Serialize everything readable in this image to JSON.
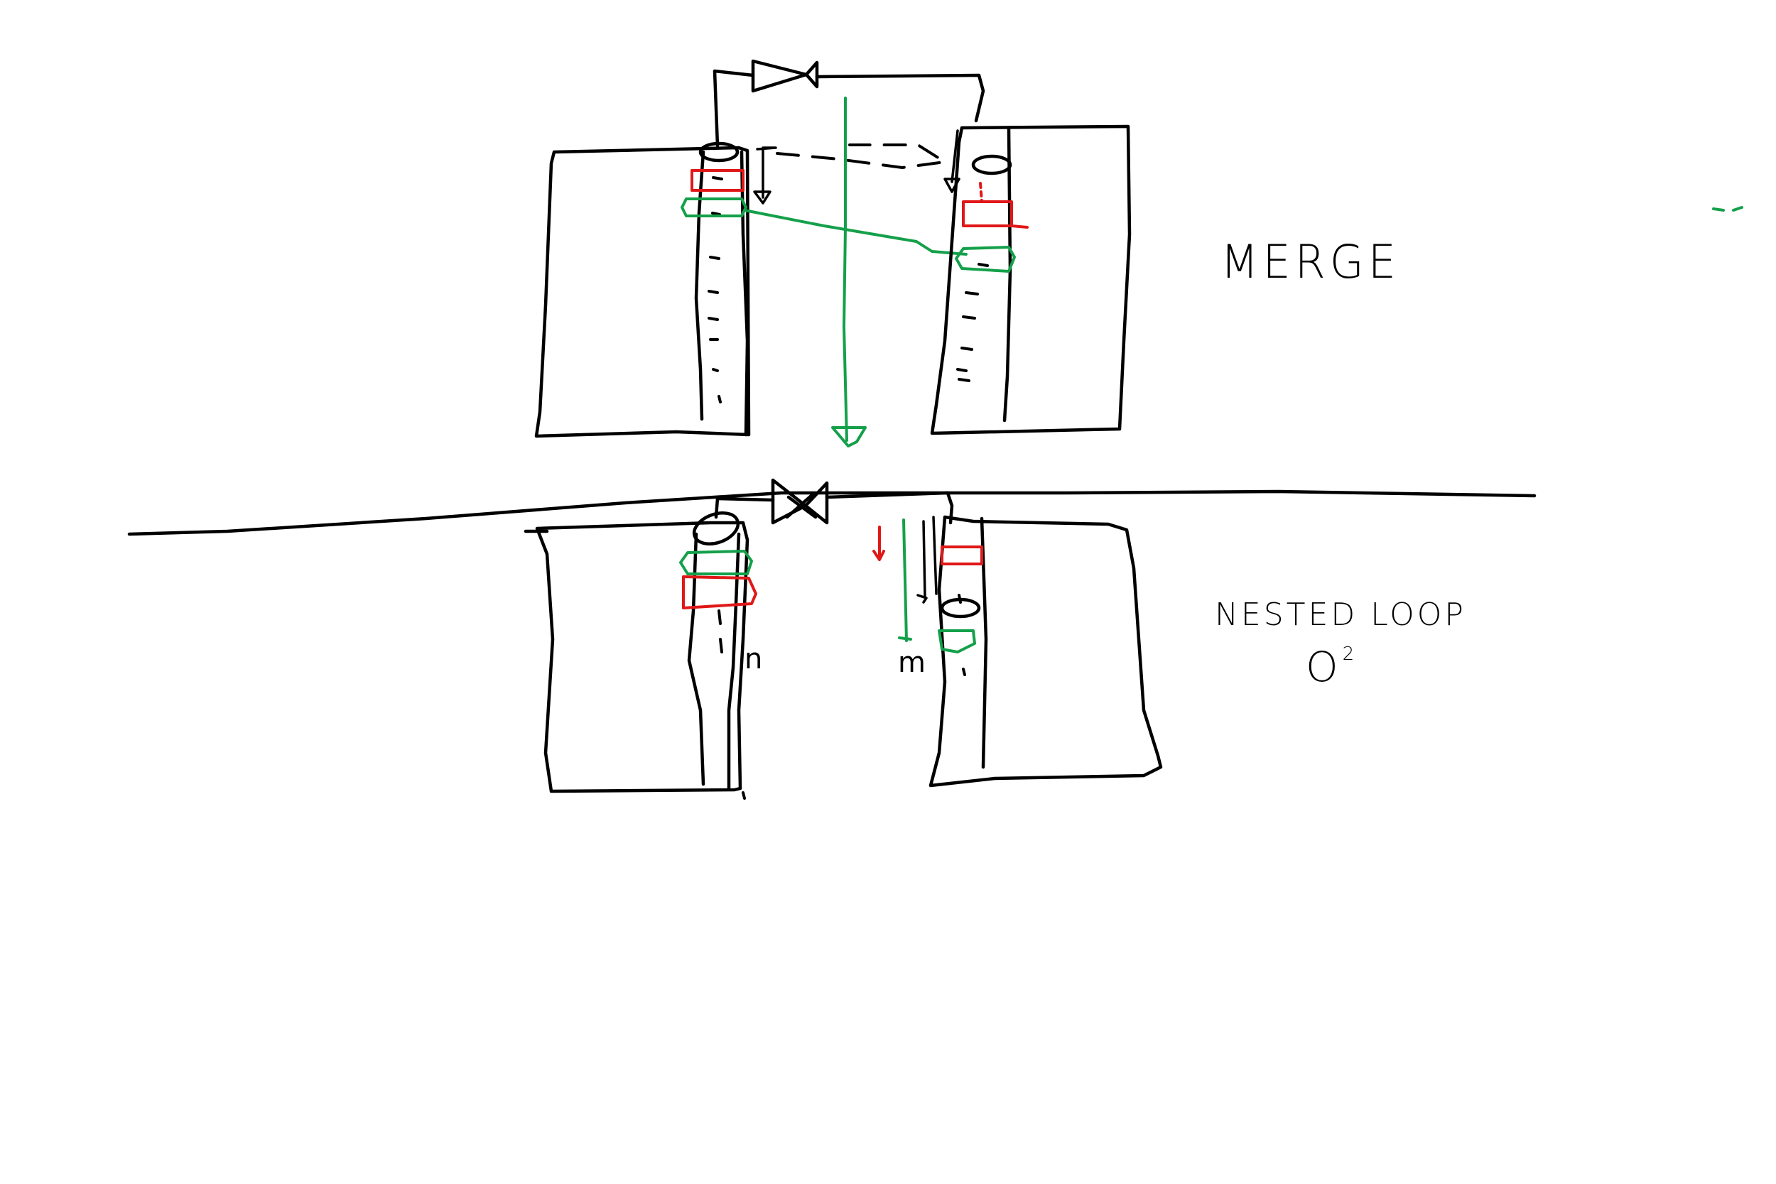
{
  "colors": {
    "ink": "#000000",
    "highlight_red": "#e01818",
    "highlight_green": "#14a04a",
    "background": "#ffffff"
  },
  "labels": {
    "merge": "MERGE",
    "nested_loop": "NESTED LOOP",
    "complexity_symbol": "O",
    "complexity_exponent": "2",
    "outer_length": "n",
    "inner_length": "m"
  },
  "icons": [
    "bowtie-join-icon",
    "bowtie-join-icon-filled",
    "arrow-down-icon"
  ]
}
